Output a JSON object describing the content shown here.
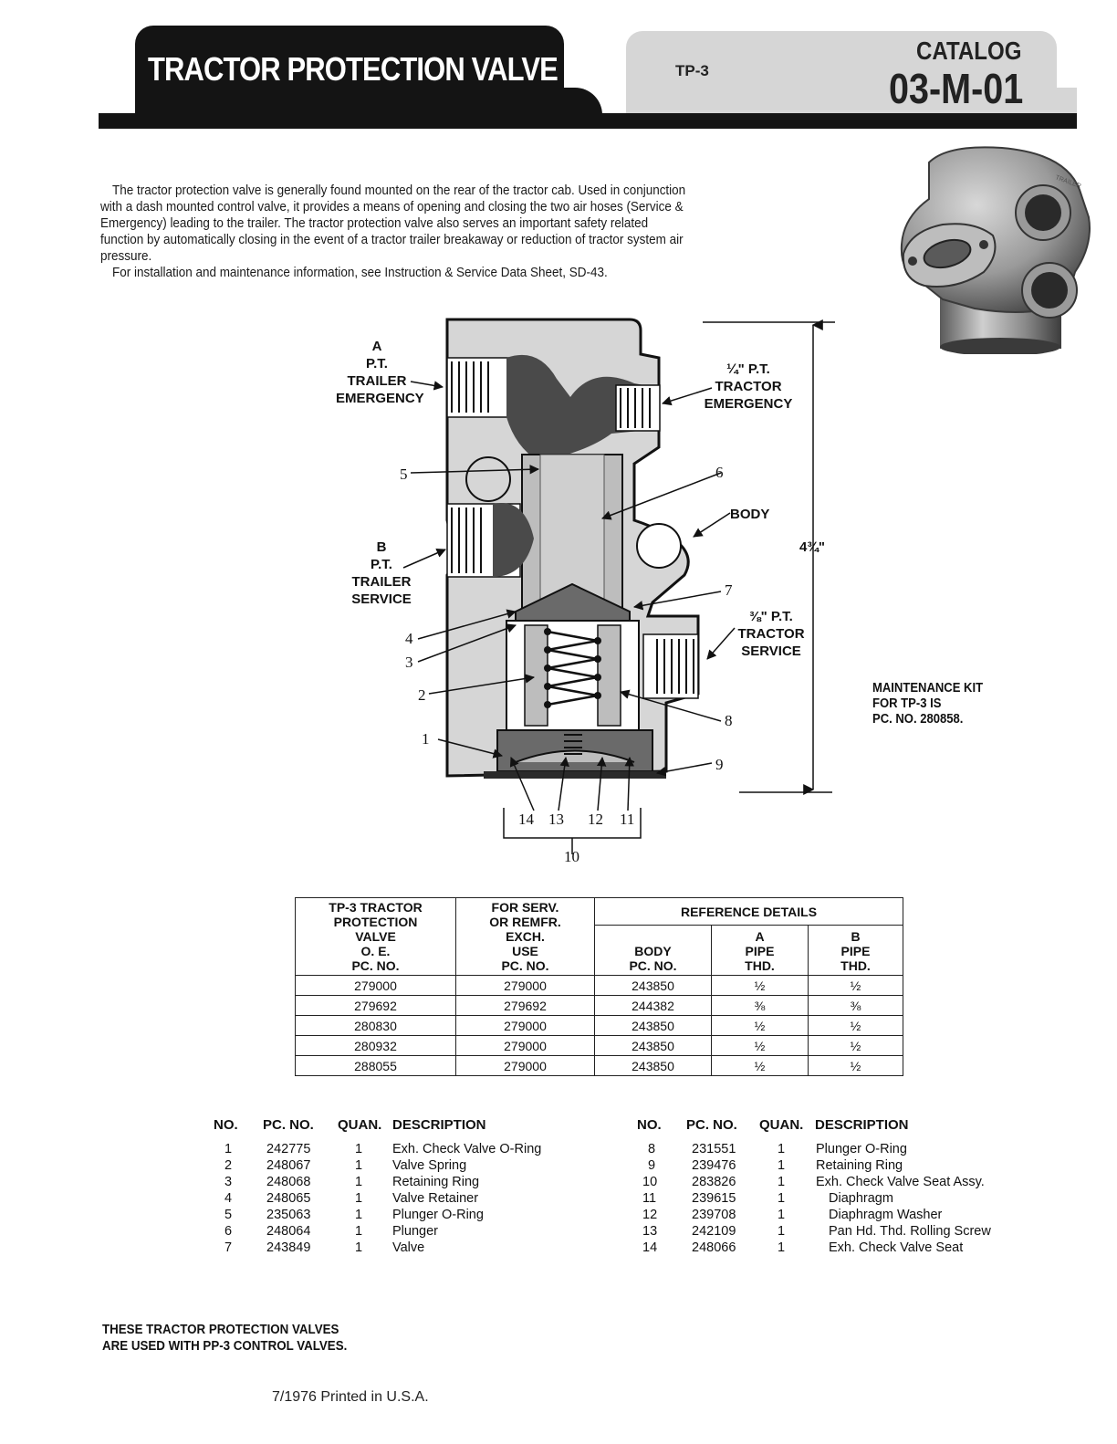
{
  "header": {
    "title": "TRACTOR PROTECTION VALVE",
    "model": "TP-3",
    "catalog_label": "CATALOG",
    "catalog_number": "03-M-01"
  },
  "intro": {
    "p1": "The tractor protection valve is generally found mounted on the rear of the tractor cab. Used in conjunction with a dash mounted control valve, it provides a means of opening and closing the two air hoses (Service & Emergency) leading to the trailer. The tractor protection valve also serves an important safety related function by automatically closing in the event of a tractor trailer breakaway or reduction of tractor system air pressure.",
    "p2": "For installation and maintenance information, see Instruction & Service Data Sheet, SD-43."
  },
  "photo": {
    "stamp": "TRAILER"
  },
  "diagram": {
    "port_a": [
      "A",
      "P.T.",
      "TRAILER",
      "EMERGENCY"
    ],
    "port_tractor_emergency": [
      "¼\" P.T.",
      "TRACTOR",
      "EMERGENCY"
    ],
    "port_b": [
      "B",
      "P.T.",
      "TRAILER",
      "SERVICE"
    ],
    "port_tractor_service": [
      "⅜\" P.T.",
      "TRACTOR",
      "SERVICE"
    ],
    "body_label": "BODY",
    "height_dim": "4¾\"",
    "callouts": {
      "n1": "1",
      "n2": "2",
      "n3": "3",
      "n4": "4",
      "n5": "5",
      "n6": "6",
      "n7": "7",
      "n8": "8",
      "n9": "9",
      "n10": "10",
      "n11": "11",
      "n12": "12",
      "n13": "13",
      "n14": "14"
    }
  },
  "maintenance": {
    "line1": "MAINTENANCE KIT",
    "line2": "FOR TP-3 IS",
    "line3": "PC. NO. 280858."
  },
  "ref_table": {
    "col1": [
      "TP-3 TRACTOR",
      "PROTECTION",
      "VALVE",
      "O. E.",
      "PC. NO."
    ],
    "col2": [
      "FOR SERV.",
      "OR REMFR.",
      "EXCH.",
      "USE",
      "PC. NO."
    ],
    "group": "REFERENCE DETAILS",
    "col3": [
      "BODY",
      "PC. NO."
    ],
    "col4": [
      "A",
      "PIPE",
      "THD."
    ],
    "col5": [
      "B",
      "PIPE",
      "THD."
    ],
    "rows": [
      [
        "279000",
        "279000",
        "243850",
        "½",
        "½"
      ],
      [
        "279692",
        "279692",
        "244382",
        "⅜",
        "⅜"
      ],
      [
        "280830",
        "279000",
        "243850",
        "½",
        "½"
      ],
      [
        "280932",
        "279000",
        "243850",
        "½",
        "½"
      ],
      [
        "288055",
        "279000",
        "243850",
        "½",
        "½"
      ]
    ]
  },
  "parts": {
    "headers": {
      "no": "NO.",
      "pc": "PC. NO.",
      "quan": "QUAN.",
      "desc": "DESCRIPTION"
    },
    "left": [
      [
        "1",
        "242775",
        "1",
        "Exh. Check Valve O-Ring"
      ],
      [
        "2",
        "248067",
        "1",
        "Valve Spring"
      ],
      [
        "3",
        "248068",
        "1",
        "Retaining Ring"
      ],
      [
        "4",
        "248065",
        "1",
        "Valve Retainer"
      ],
      [
        "5",
        "235063",
        "1",
        "Plunger O-Ring"
      ],
      [
        "6",
        "248064",
        "1",
        "Plunger"
      ],
      [
        "7",
        "243849",
        "1",
        "Valve"
      ]
    ],
    "right": [
      [
        "8",
        "231551",
        "1",
        "Plunger O-Ring"
      ],
      [
        "9",
        "239476",
        "1",
        "Retaining Ring"
      ],
      [
        "10",
        "283826",
        "1",
        "Exh. Check Valve Seat Assy."
      ],
      [
        "11",
        "239615",
        "1",
        "Diaphragm"
      ],
      [
        "12",
        "239708",
        "1",
        "Diaphragm Washer"
      ],
      [
        "13",
        "242109",
        "1",
        "Pan Hd. Thd. Rolling Screw"
      ],
      [
        "14",
        "248066",
        "1",
        "Exh. Check Valve Seat"
      ]
    ]
  },
  "note": {
    "line1": "THESE TRACTOR PROTECTION VALVES",
    "line2": "ARE USED WITH PP-3 CONTROL VALVES."
  },
  "footer": "7/1976 Printed in U.S.A."
}
